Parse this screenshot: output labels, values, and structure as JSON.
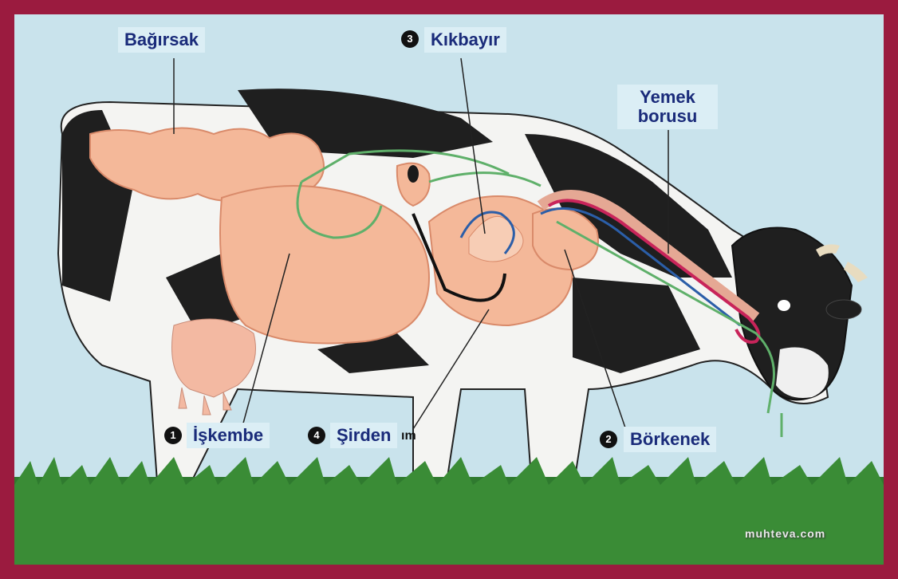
{
  "labels": {
    "intestine": "Bağırsak",
    "reticulum": "Kıkbayır",
    "esophagus": "Yemek\nborusu",
    "rumen": "İşkembe",
    "abomasum": "Şirden",
    "fragment": "ım",
    "omasum": "Börkenek"
  },
  "numbers": {
    "n1": "1",
    "n2": "2",
    "n3": "3",
    "n4": "4"
  },
  "watermark": "muhteva.com",
  "colors": {
    "frame": "#9b1b3f",
    "background": "#c9e3ec",
    "label_text": "#1a2b7a",
    "organs": "#f4b899",
    "flow_green": "#5fb06a",
    "flow_blue": "#2b5ea8",
    "flow_red": "#c8245a",
    "grass": "#3a8c36"
  }
}
